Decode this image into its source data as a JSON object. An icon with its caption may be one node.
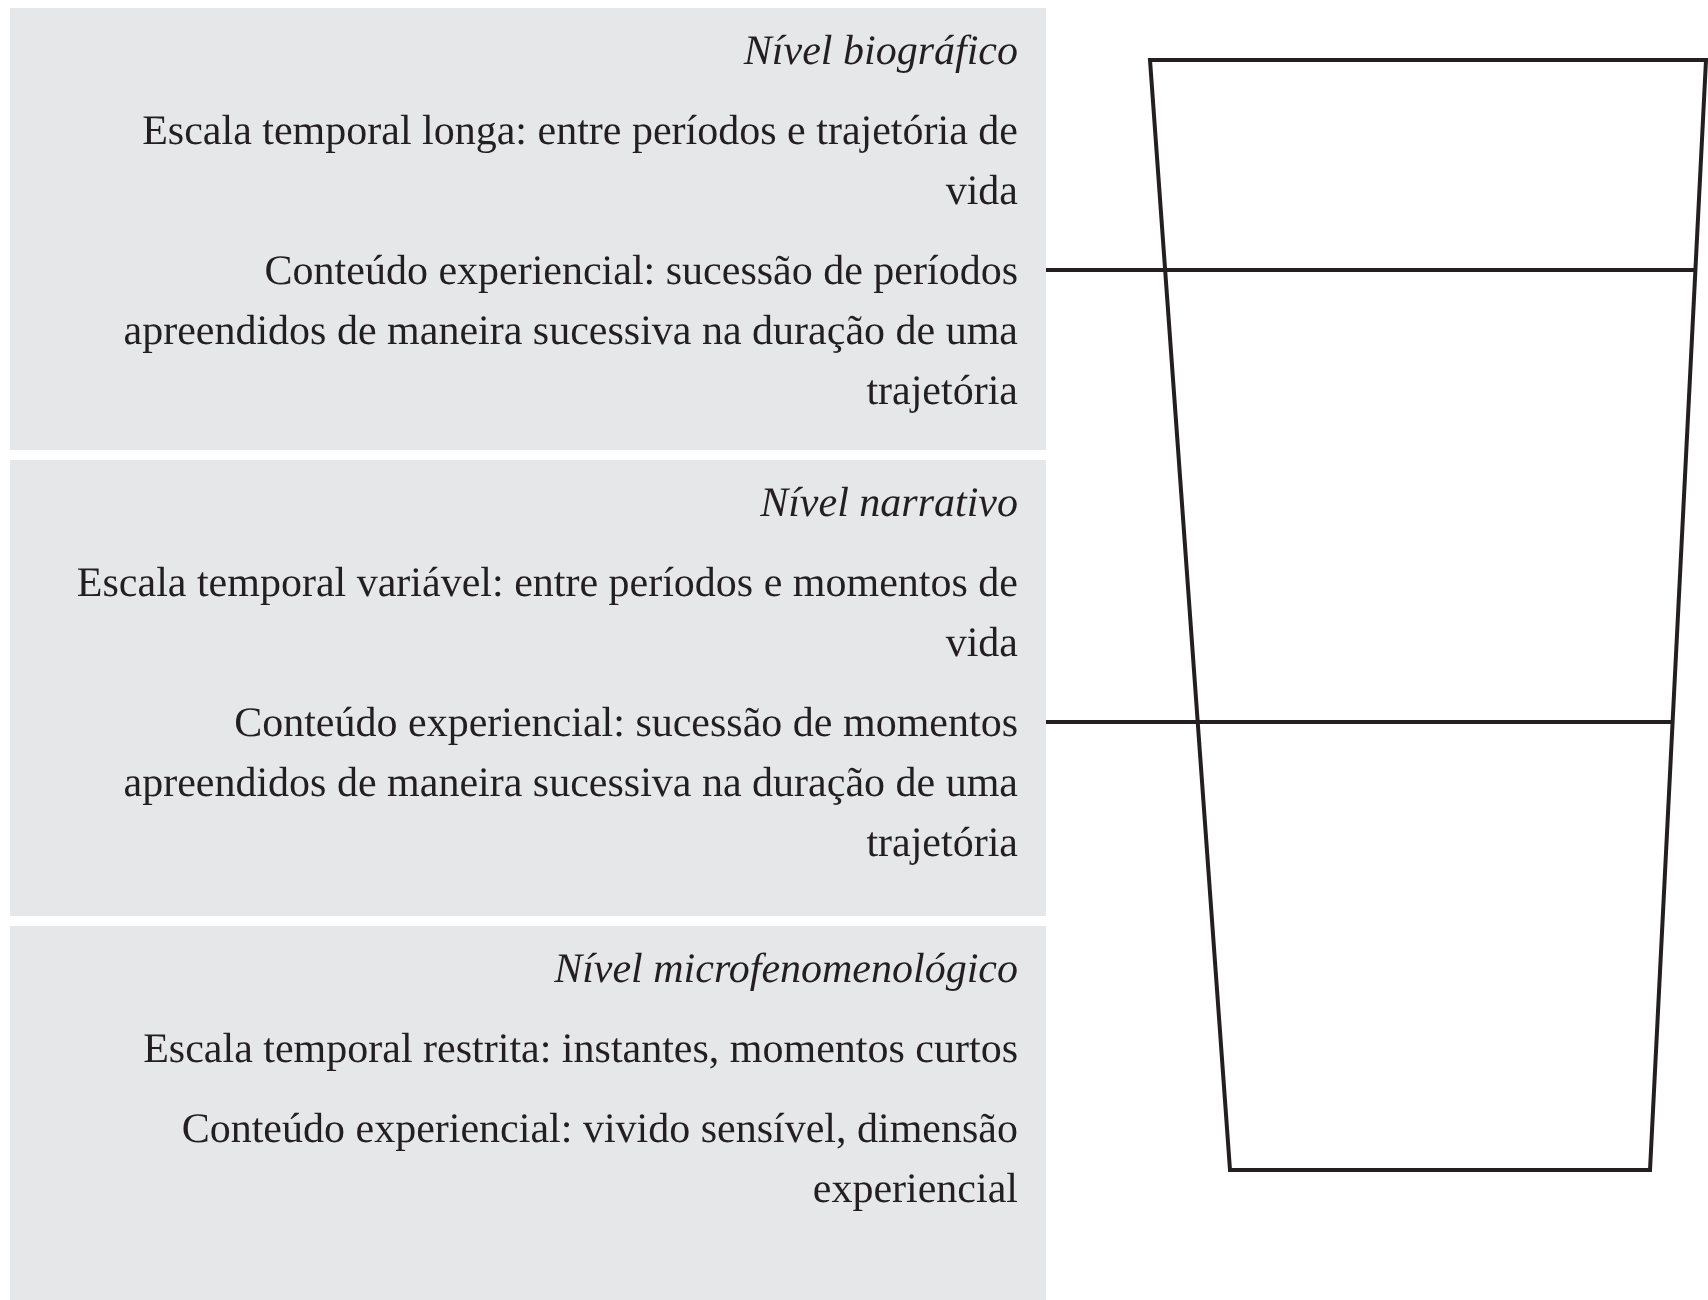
{
  "diagram": {
    "nodes": [
      {
        "text": [
          "Nível biográfico",
          "Escala temporal longa: entre períodos e trajetória de vida",
          "Conteúdo experiencial: sucessão de períodos apreendidos de maneira sucessiva na duração de uma trajetória"
        ]
      },
      {
        "text": [
          "Nível narrativo",
          "Escala temporal variável: entre períodos e momentos de vida",
          "Conteúdo experiencial: sucessão de momentos apreendidos de maneira sucessiva na duração de uma trajetória"
        ]
      },
      {
        "text": [
          "Nível microfenomenológico",
          "Escala temporal restrita: instantes, momentos curtos",
          "Conteúdo experiencial: vivido sensível, dimensão experiencial"
        ]
      },
      {
        "text": [],
        "shape": "trapezoid"
      }
    ],
    "edges": [
      {
        "from": 0,
        "to": 3,
        "arrow": "none"
      },
      {
        "from": 1,
        "to": 3,
        "arrow": "none"
      }
    ]
  }
}
